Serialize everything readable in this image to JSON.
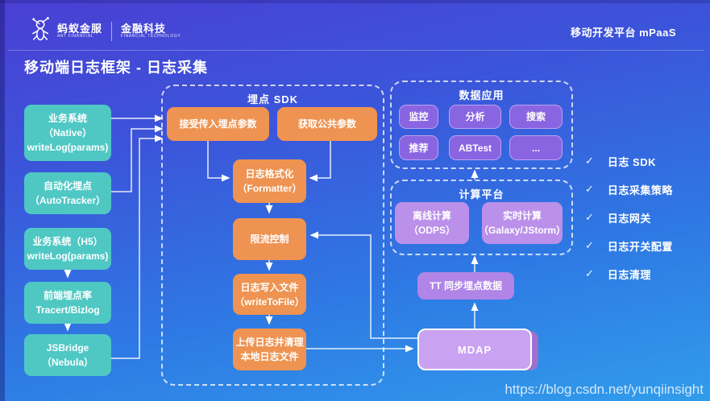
{
  "header": {
    "logo": {
      "brand_cn": "蚂蚁金服",
      "brand_en": "ANT FINANCIAL",
      "division_cn": "金融科技",
      "division_en": "FINANCIAL TECHNOLOGY"
    },
    "platform_label": "移动开发平台 mPaaS"
  },
  "page_title": "移动端日志框架 - 日志采集",
  "left_sources": [
    {
      "text": "业务系统（Native）\nwriteLog(params)"
    },
    {
      "text": "自动化埋点\n（AutoTracker）"
    },
    {
      "text": "业务系统（H5）\nwriteLog(params)"
    },
    {
      "text": "前端埋点率\nTracert/Bizlog"
    },
    {
      "text": "JSBridge\n（Nebula）"
    }
  ],
  "sdk_section": {
    "title": "埋点 SDK",
    "nodes": {
      "receive": "接受传入埋点参数",
      "public_params": "获取公共参数",
      "formatter": "日志格式化\n（Formatter）",
      "rate_limit": "限流控制",
      "write_file": "日志写入文件\n（writeToFile）",
      "upload": "上传日志并清理\n本地日志文件"
    }
  },
  "data_apps_section": {
    "title": "数据应用",
    "items": [
      "监控",
      "分析",
      "搜索",
      "推荐",
      "ABTest",
      "..."
    ]
  },
  "compute_section": {
    "title": "计算平台",
    "nodes": {
      "offline": "离线计算\n（ODPS）",
      "realtime": "实时计算\n（Galaxy/JStorm）"
    }
  },
  "tt_node": "TT 同步埋点数据",
  "mdap_node": "MDAP",
  "check_glyph": "✓",
  "checklist": [
    "日志 SDK",
    "日志采集策略",
    "日志网关",
    "日志开关配置",
    "日志清理"
  ],
  "watermark": "https://blog.csdn.net/yunqiinsight",
  "colors": {
    "background_top": "#4a3fd3",
    "background_bottom": "#319ceb",
    "source_box": "#4fc8c4",
    "sdk_box": "#ee9351",
    "data_app_box": "#8a65e2",
    "compute_box": "#ba90ea",
    "tt_box": "#b184e8",
    "mdap_box": "#c9a2f2"
  }
}
